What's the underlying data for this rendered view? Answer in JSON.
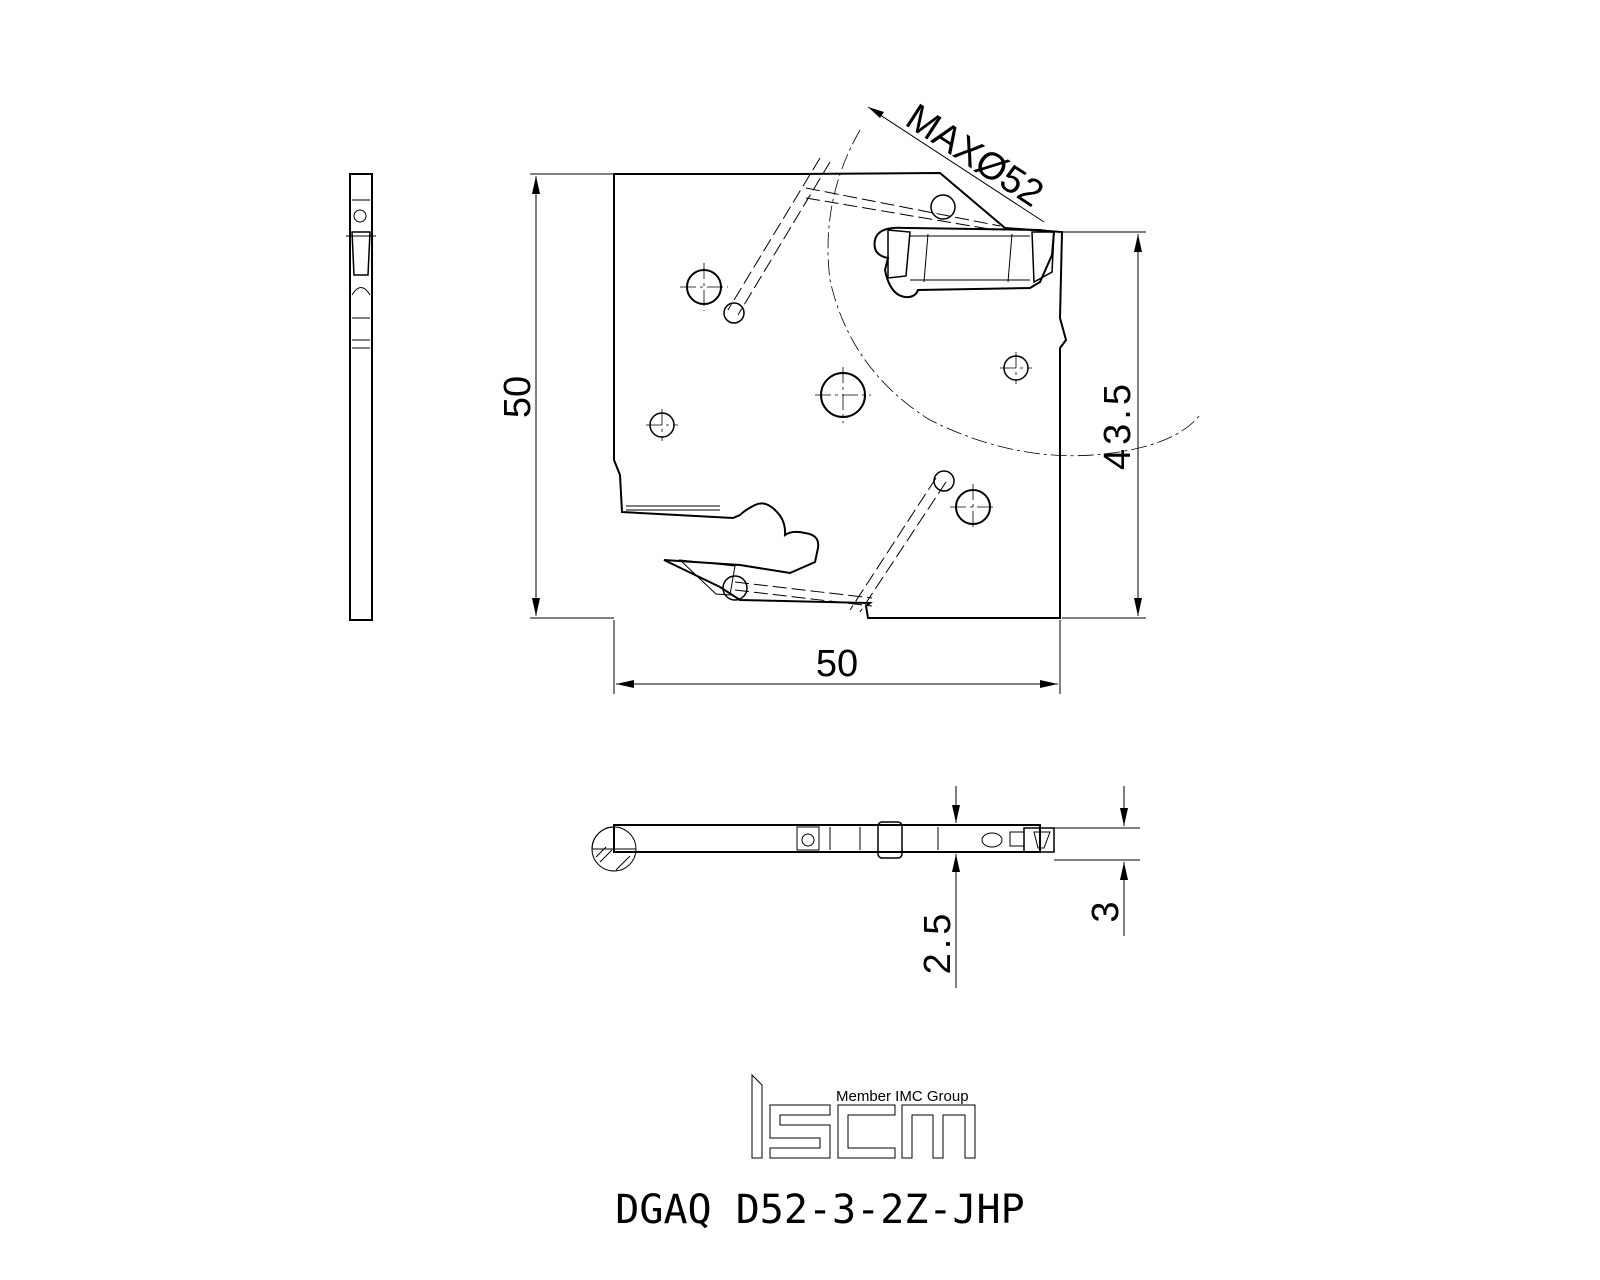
{
  "drawing": {
    "dimensions": {
      "height_left": "50",
      "width_bottom": "50",
      "height_right": "43.5",
      "max_diameter": "MAXØ52",
      "width_thin": "2.5",
      "width_insert": "3"
    },
    "logo": {
      "tagline": "Member IMC Group"
    },
    "part_number": "DGAQ D52-3-2Z-JHP"
  }
}
